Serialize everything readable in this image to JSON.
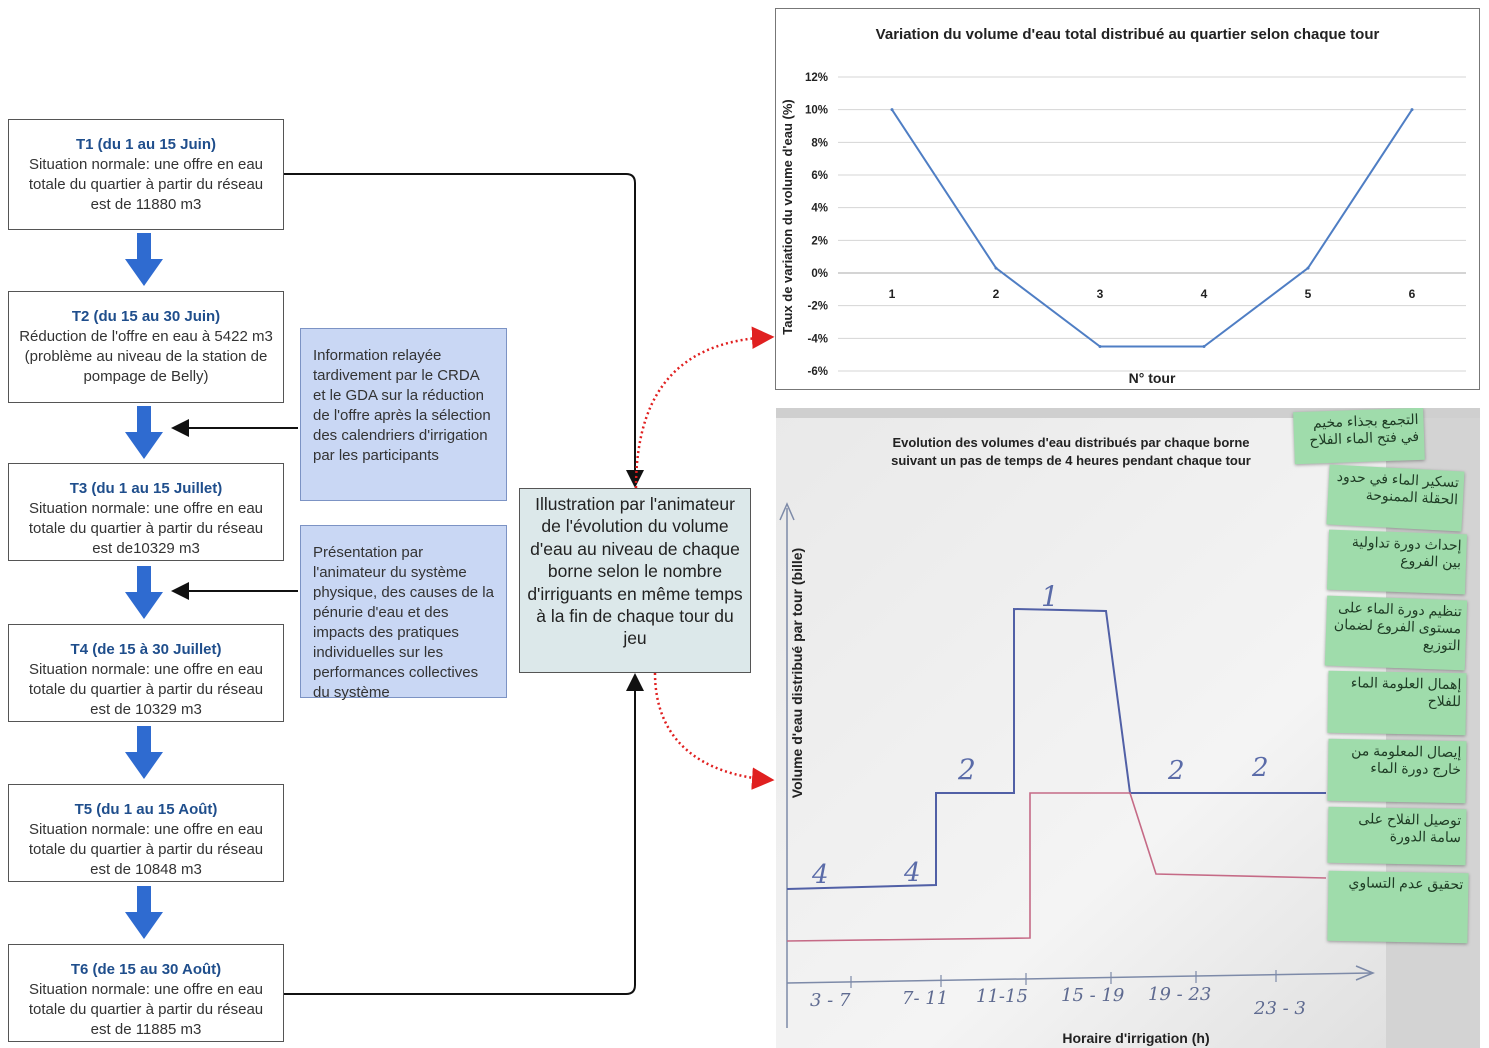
{
  "steps": [
    {
      "title": "T1 (du 1 au 15 Juin)",
      "text": "Situation normale: une offre en eau totale du quartier à partir du réseau est  de 11880 m3"
    },
    {
      "title": "T2 (du 15 au 30 Juin)",
      "text": "Réduction de l'offre en eau à 5422 m3 (problème au niveau de la station de pompage de Belly)"
    },
    {
      "title": "T3 (du 1 au 15 Juillet)",
      "text": "Situation normale: une offre en eau totale du quartier à partir du réseau est de10329 m3"
    },
    {
      "title": "T4 (de 15 à 30 Juillet)",
      "text": "Situation normale: une offre en eau totale du quartier à partir du réseau est de 10329 m3"
    },
    {
      "title": "T5 (du 1 au 15 Août)",
      "text": "Situation normale: une offre en eau totale du quartier à partir du réseau est de 10848 m3"
    },
    {
      "title": "T6 (de 15 au 30 Août)",
      "text": "Situation normale: une offre en eau totale du quartier à partir du réseau est de 11885 m3"
    }
  ],
  "info_boxes": [
    "Information relayée tardivement par le CRDA et le GDA sur la réduction de l'offre après la sélection des calendriers d'irrigation par les participants",
    "Présentation par l'animateur du système physique, des causes de la pénurie d'eau et des impacts des pratiques individuelles sur les performances collectives du système"
  ],
  "center_box": "Illustration par l'animateur  de l'évolution du volume d'eau au niveau de chaque borne selon le nombre d'irriguants en même temps à la fin de chaque tour du jeu",
  "chart_data": {
    "type": "line",
    "title": "Variation du volume d'eau total distribué au quartier selon chaque tour",
    "xlabel": "N° tour",
    "ylabel": "Taux de variation du volume d'eau (%)",
    "x": [
      1,
      2,
      3,
      4,
      5,
      6
    ],
    "y_tick_labels": [
      "12%",
      "10%",
      "8%",
      "6%",
      "4%",
      "2%",
      "0%",
      "-2%",
      "-4%",
      "-6%"
    ],
    "ylim": [
      -6,
      12
    ],
    "values": [
      10,
      0.3,
      -4.5,
      -4.5,
      0.3,
      10
    ],
    "line_color": "#4f7ec4",
    "grid": true
  },
  "photo": {
    "title_line1": "Evolution des volumes d'eau distribués par chaque borne",
    "title_line2": "suivant un pas de temps de 4 heures pendant chaque tour",
    "ylabel": "Volume d'eau distribué par tour (bille)",
    "xlabel": "Horaire d'irrigation (h)",
    "time_labels": [
      "3 - 7",
      "7- 11",
      "11-15",
      "15 - 19",
      "19 - 23",
      "23 - 3"
    ],
    "level_labels": [
      "4",
      "4",
      "2",
      "1",
      "2",
      "2"
    ],
    "notes": [
      "التجمع بجذاء مخيم في فتح الماء الفلاح",
      "تسكير الماء في حدود الحقلة الممنوحة",
      "إحداث دورة تداولية بين الفروع",
      "تنظيم دورة الماء على مستوى الفروع لضمان التوزيع",
      "إهمال العلومة الماء للفلاح",
      "إيصال المعلومة من خارج دورة الماء",
      "توصيل الفلاح على سامة الدورة",
      "تحقيق عدم التساوي"
    ]
  }
}
